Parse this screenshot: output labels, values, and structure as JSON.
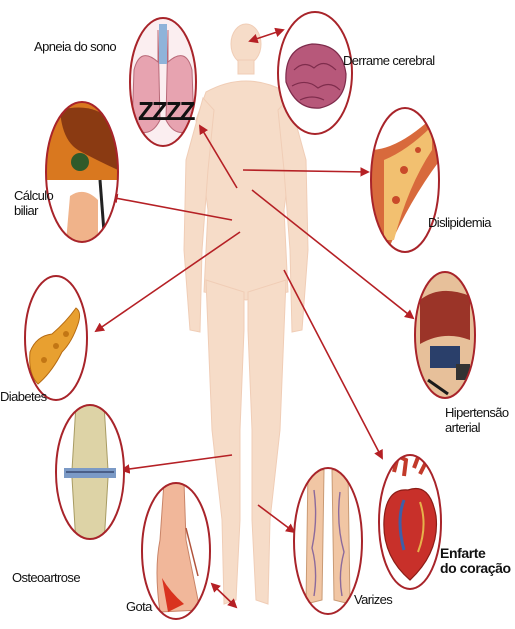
{
  "labels": {
    "apneia": "Apneia do sono",
    "derrame": "Derrame cerebral",
    "calculo": "Cálculo\nbiliar",
    "dislipidemia": "Dislipidemia",
    "diabetes": "Diabetes",
    "hipertensao": "Hipertensão\narterial",
    "osteoartrose": "Osteoartrose",
    "enfarte": "Enfarte\ndo coração",
    "gota": "Gota",
    "varizes": "Varizes",
    "zzz": "ZZZZ"
  },
  "colors": {
    "ring": "#a8242a",
    "arrow": "#b52025",
    "body": "#f6dcc8"
  }
}
